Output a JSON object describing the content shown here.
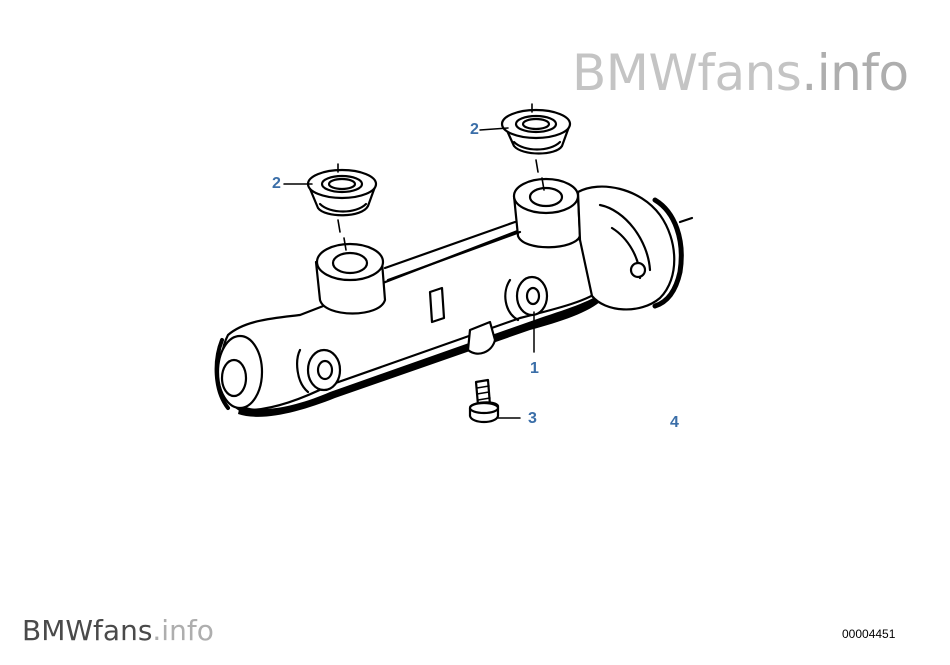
{
  "watermark": {
    "top_brand": "BMWfans",
    "top_suffix": ".info",
    "bottom_brand": "BMWfans",
    "bottom_suffix": ".info"
  },
  "callouts": [
    {
      "id": "1",
      "label": "1"
    },
    {
      "id": "2a",
      "label": "2"
    },
    {
      "id": "2b",
      "label": "2"
    },
    {
      "id": "3",
      "label": "3"
    },
    {
      "id": "4",
      "label": "4"
    }
  ],
  "document_number": "00004451",
  "colors": {
    "callout": "#3a6ea8",
    "line": "#000000",
    "watermark": "#c8c8c8"
  }
}
